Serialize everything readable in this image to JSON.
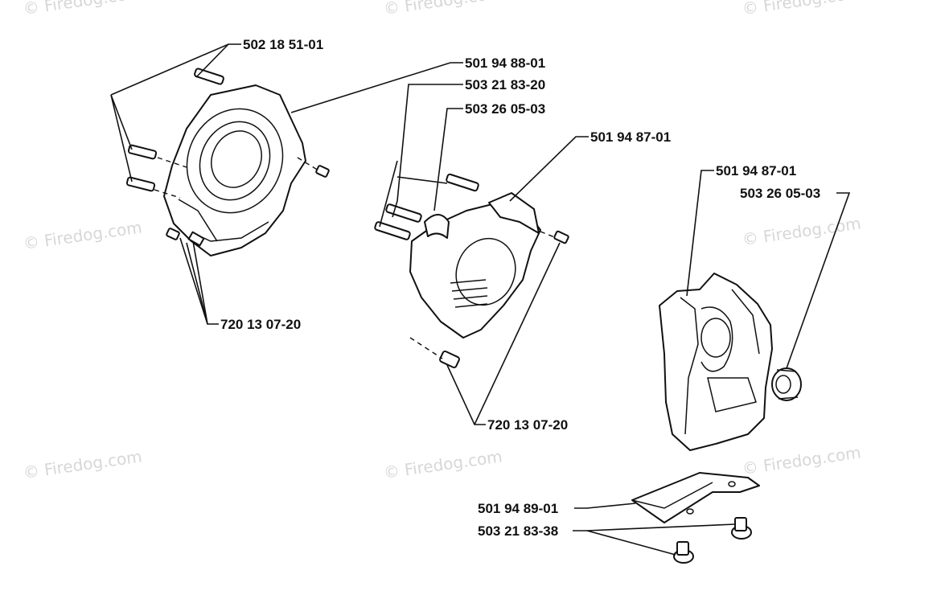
{
  "watermark": "© Firedog.com",
  "labels": {
    "l1": "502 18 51-01",
    "l2": "501 94 88-01",
    "l3": "503 21 83-20",
    "l4": "503 26 05-03",
    "l5": "501 94 87-01",
    "l6": "501 94 87-01",
    "l7": "503 26 05-03",
    "l8": "720 13 07-20",
    "l9": "720 13 07-20",
    "l10": "501 94 89-01",
    "l11": "503 21 83-38"
  }
}
